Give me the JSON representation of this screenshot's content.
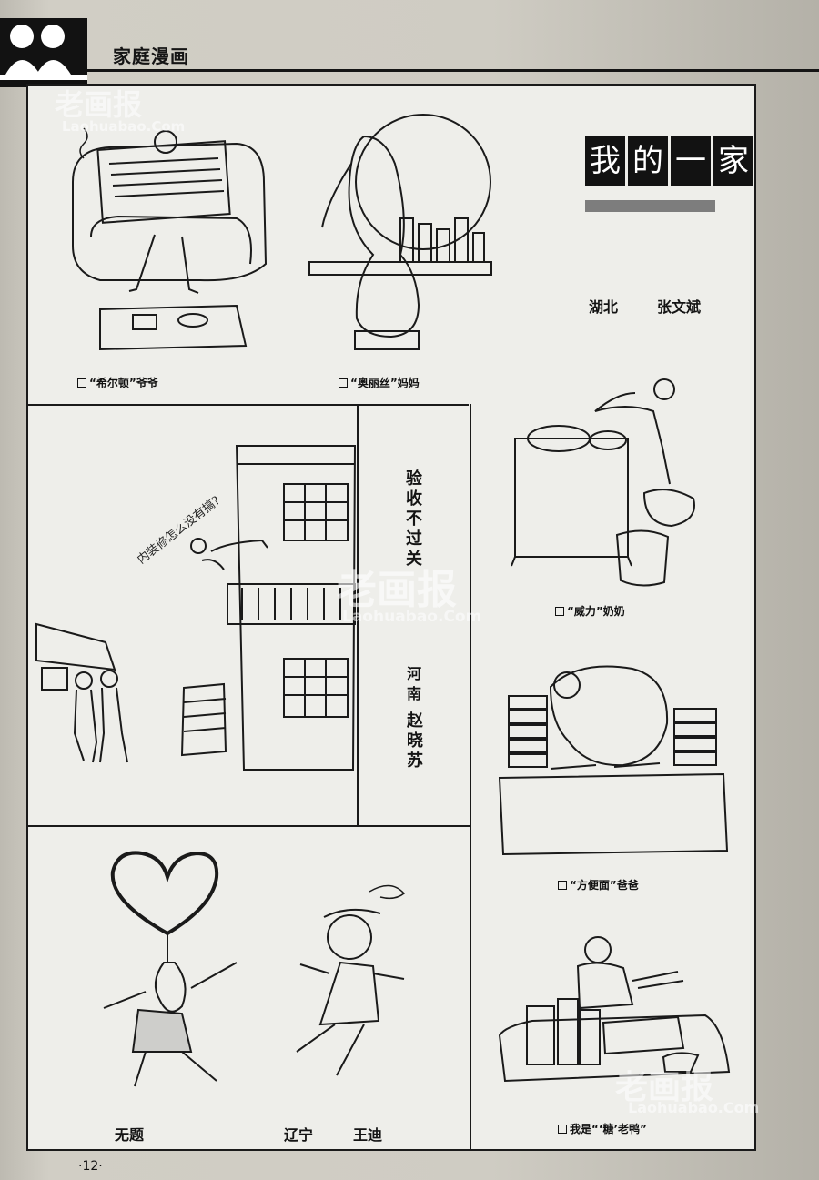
{
  "header": {
    "section_title": "家庭漫画"
  },
  "series": {
    "title_chars": [
      "我",
      "的",
      "一",
      "家"
    ],
    "author_region": "湖北",
    "author_name": "张文斌",
    "captions": {
      "grandpa": "“希尔顿”爷爷",
      "mom": "“奥丽丝”妈妈",
      "grandma": "“威力”奶奶",
      "dad": "“方便面”爸爸",
      "me": "我是“‘糖’老鸭”"
    }
  },
  "comic2": {
    "title": "验收不过关",
    "region": "河南",
    "author": "赵晓苏",
    "speech": "内装修怎么没有搞?"
  },
  "comic3": {
    "title": "无题",
    "region": "辽宁",
    "author": "王迪"
  },
  "page_number": "·12·",
  "watermarks": {
    "brand": "老画报",
    "url": "Laohuabao.Com"
  }
}
